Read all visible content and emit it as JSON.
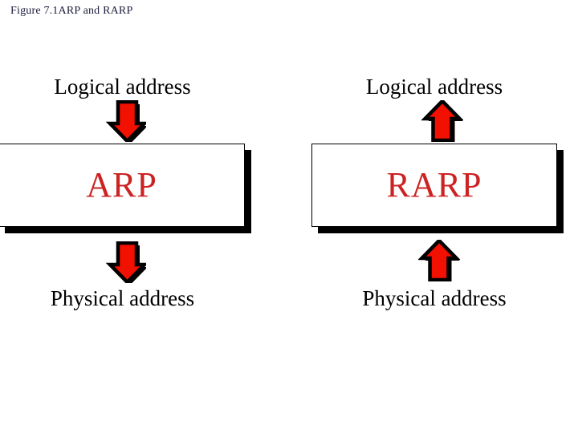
{
  "slide": {
    "background_color": "#ffffff",
    "figure_title": "Figure  7.1ARP and RARP"
  },
  "colors": {
    "arrow_fill": "#f21000",
    "arrow_outline": "#000000",
    "arrow_shadow": "#000000",
    "box_fill": "#ffffff",
    "box_border": "#000000",
    "box_shadow": "#000000",
    "box_label_text": "#cc2222",
    "label_text": "#000000",
    "title_text": "#1c1c3c"
  },
  "diagram": {
    "left_column": {
      "name": "arp-flow",
      "top_label": "Logical address",
      "protocol_label": "ARP",
      "bottom_label": "Physical address",
      "top_arrow_direction": "down",
      "bottom_arrow_direction": "down"
    },
    "right_column": {
      "name": "rarp-flow",
      "top_label": "Logical address",
      "protocol_label": "RARP",
      "bottom_label": "Physical address",
      "top_arrow_direction": "up",
      "bottom_arrow_direction": "up"
    }
  }
}
